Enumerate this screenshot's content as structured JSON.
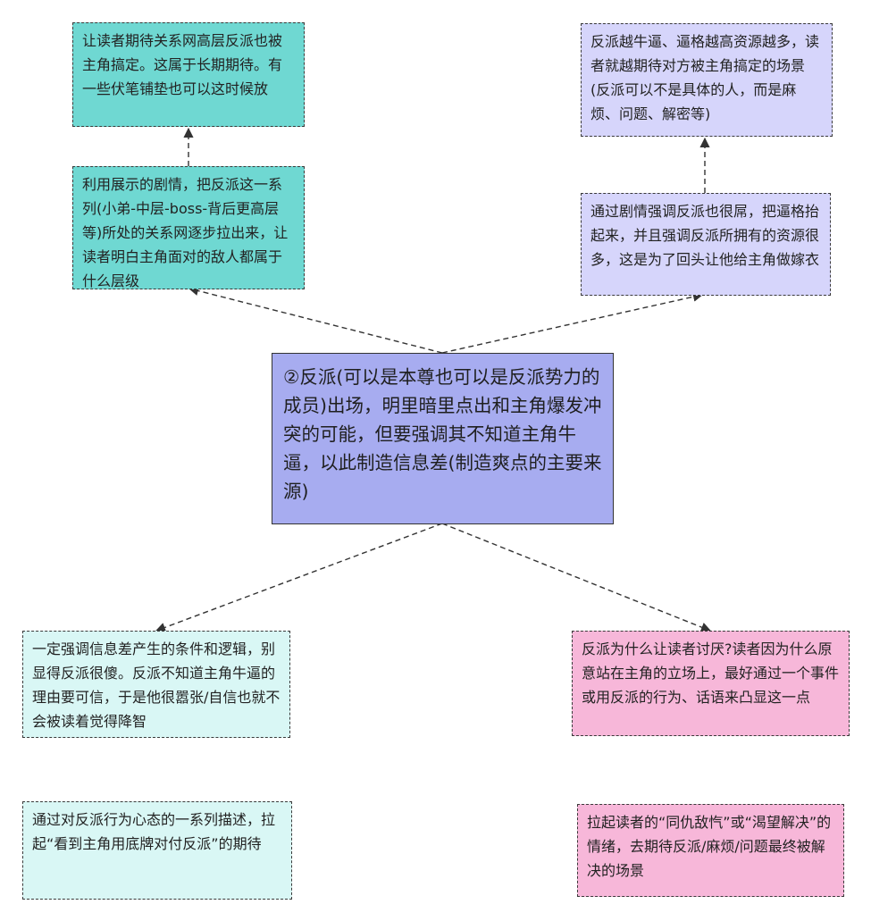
{
  "nodes": {
    "top_left_upper": "让读者期待关系网高层反派也被主角搞定。这属于长期期待。有一些伏笔铺垫也可以这时候放",
    "top_left_lower": "利用展示的剧情，把反派这一系列(小弟-中层-boss-背后更高层等)所处的关系网逐步拉出来，让读者明白主角面对的敌人都属于什么层级",
    "top_right_upper": "反派越牛逼、逼格越高资源越多，读者就越期待对方被主角搞定的场景(反派可以不是具体的人，而是麻烦、问题、解密等)",
    "top_right_lower": "通过剧情强调反派也很屌，把逼格抬起来，并且强调反派所拥有的资源很多，这是为了回头让他给主角做嫁衣",
    "center": "②反派(可以是本尊也可以是反派势力的成员)出场，明里暗里点出和主角爆发冲突的可能，但要强调其不知道主角牛逼，以此制造信息差(制造爽点的主要来源)",
    "bottom_left_upper": "一定强调信息差产生的条件和逻辑，别显得反派很傻。反派不知道主角牛逼的理由要可信，于是他很嚣张/自信也就不会被读着觉得降智",
    "bottom_right_upper": "反派为什么让读者讨厌?读者因为什么原意站在主角的立场上，最好通过一个事件或用反派的行为、话语来凸显这一点",
    "bottom_left_lower": "通过对反派行为心态的一系列描述，拉起“看到主角用底牌对付反派”的期待",
    "bottom_right_lower": "拉起读者的“同仇敌忾”或“渴望解决”的情绪，去期待反派/麻烦/问题最终被解决的场景"
  },
  "colors": {
    "teal": "#6fd8d2",
    "lavender": "#d6d5fb",
    "center": "#a7acf0",
    "pink": "#f7b7d9",
    "mint": "#d9f7f5",
    "border": "#3a3a3a"
  }
}
